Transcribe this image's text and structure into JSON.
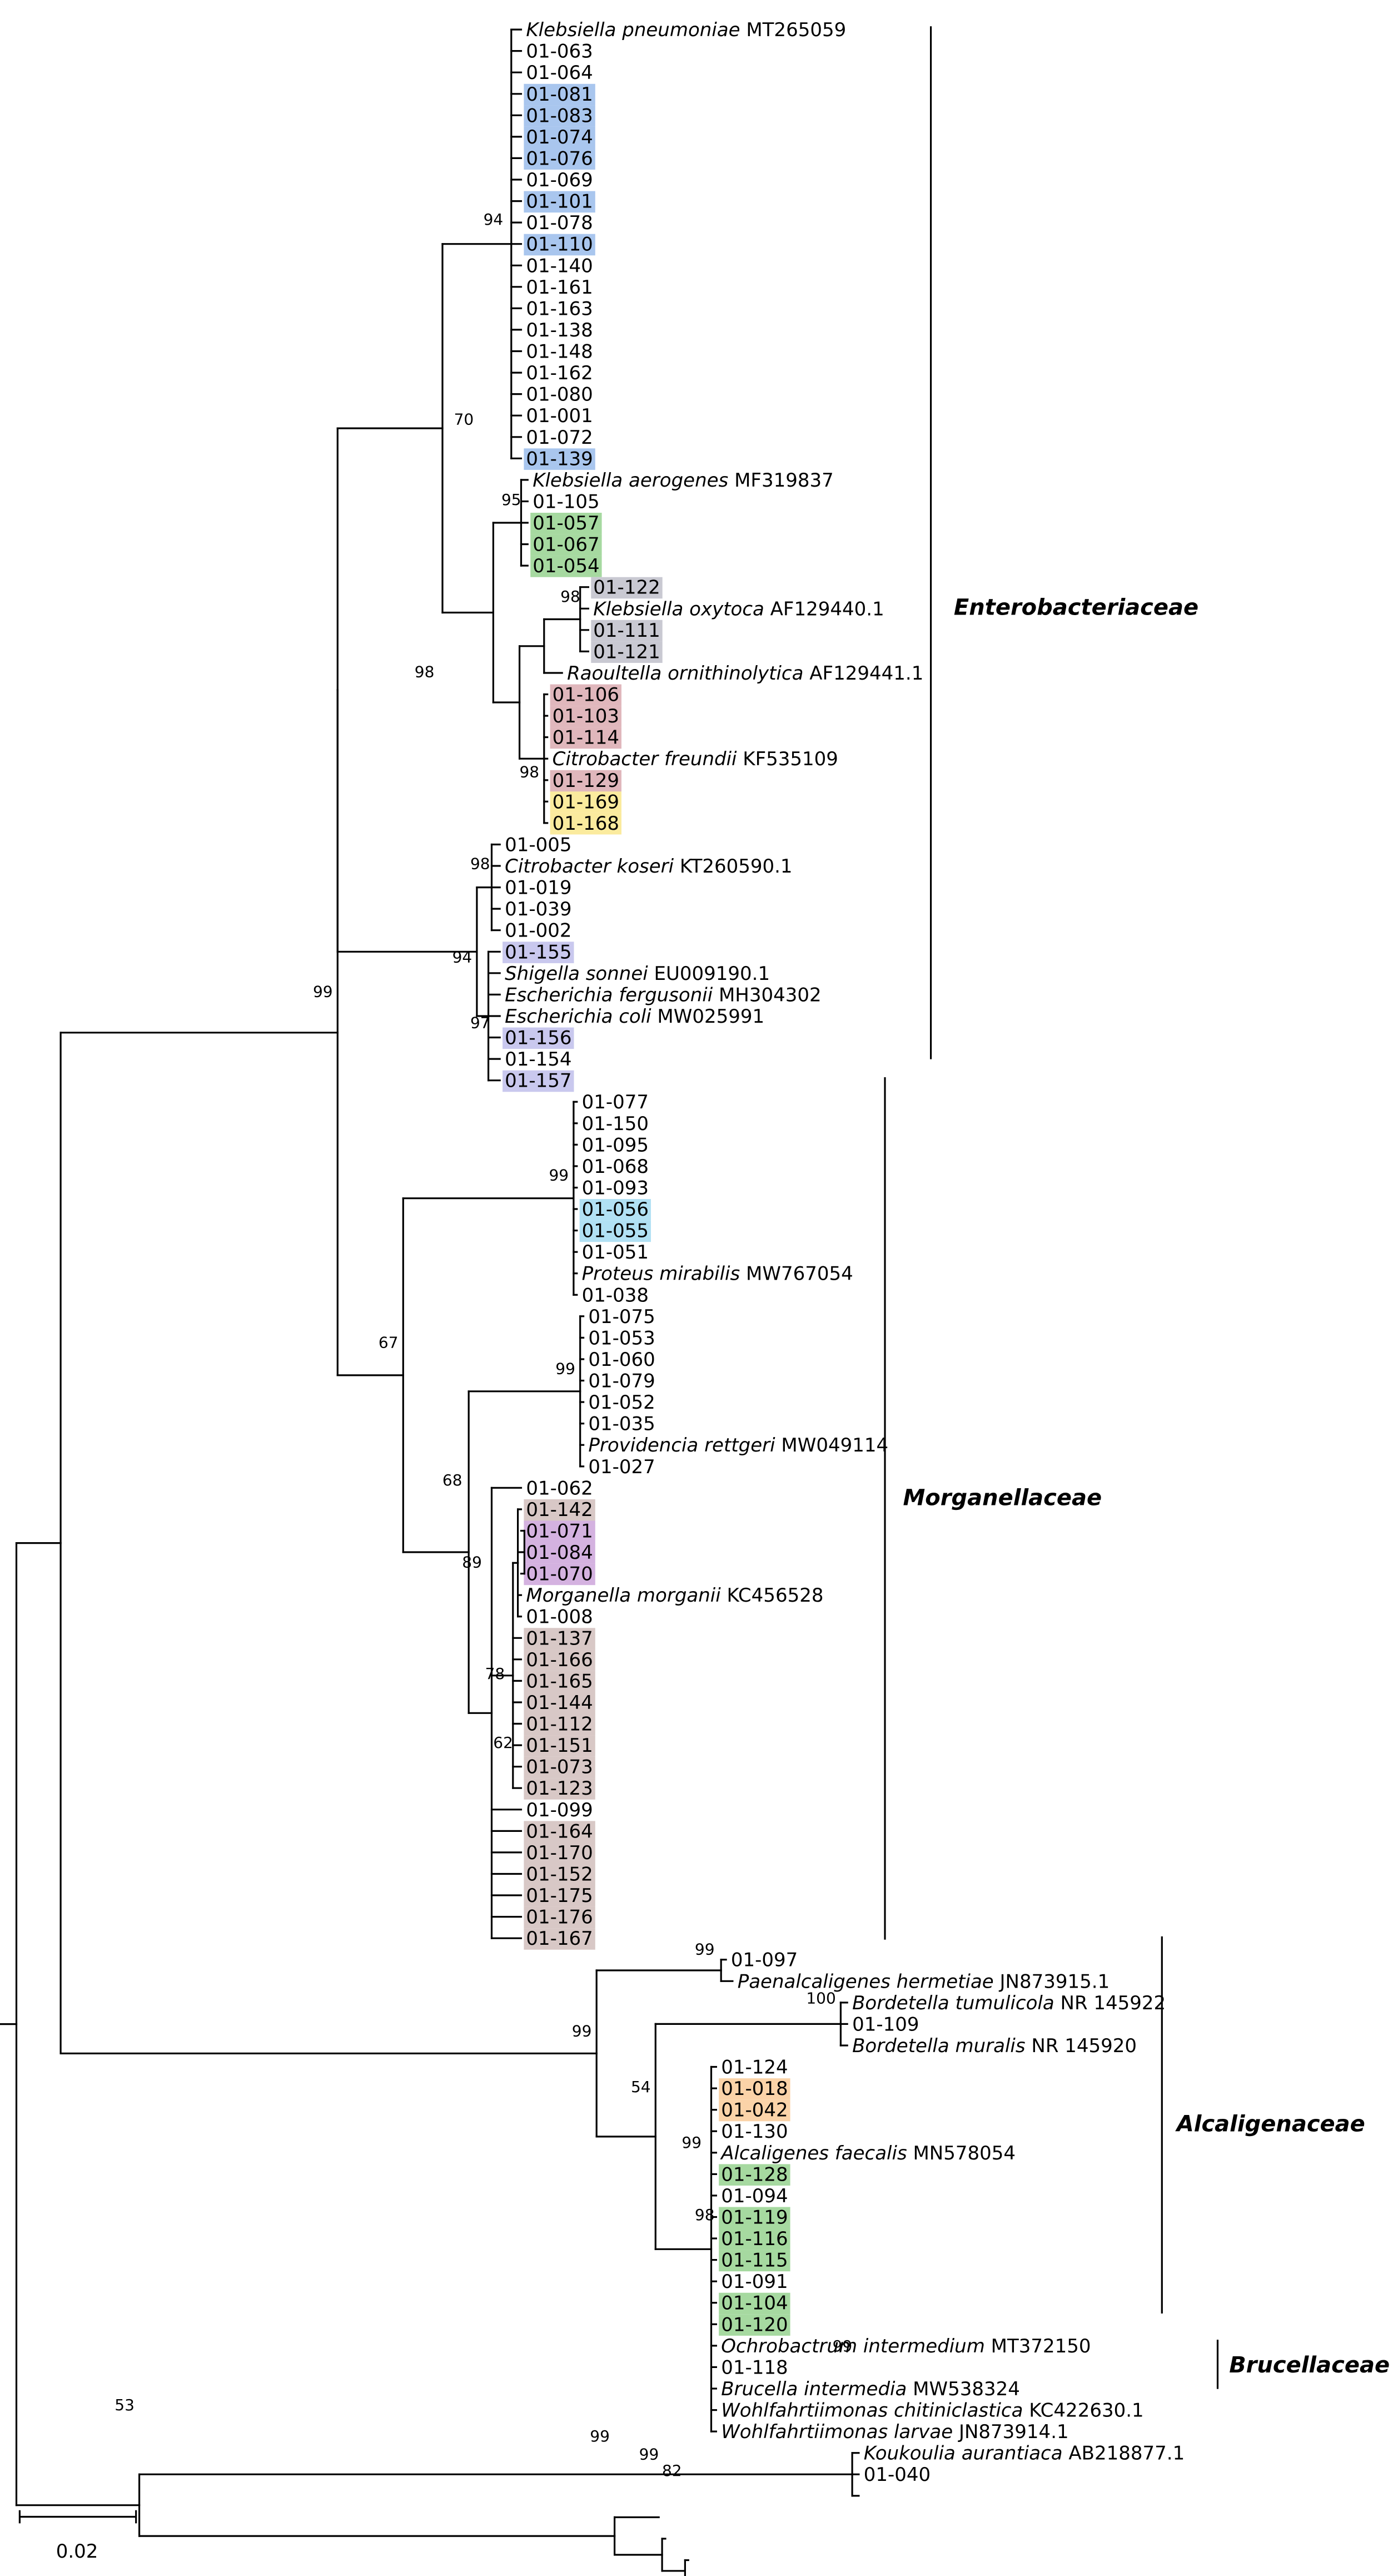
{
  "scale_label": "0.02",
  "families": [
    {
      "name": "Enterobacteriaceae"
    },
    {
      "name": "Morganellaceae"
    },
    {
      "name": "Alcaligenaceae"
    },
    {
      "name": "Brucellaceae"
    }
  ],
  "colors": {
    "blue": "#a9c6ee",
    "green": "#a6d9a0",
    "gray": "#c9c9d2",
    "rose": "#e0b7bc",
    "yellow": "#fbeb9e",
    "lavender": "#c9c8ee",
    "cyan": "#b1e1f4",
    "taupe": "#d8c8c6",
    "purple": "#d4b2e0",
    "orange": "#fbd3a8"
  },
  "leaves": [
    {
      "text": "MT265059",
      "sp": "Klebsiella pneumoniae"
    },
    {
      "text": "01-063"
    },
    {
      "text": "01-064"
    },
    {
      "text": "01-081",
      "hl": "blue"
    },
    {
      "text": "01-083",
      "hl": "blue"
    },
    {
      "text": "01-074",
      "hl": "blue"
    },
    {
      "text": "01-076",
      "hl": "blue"
    },
    {
      "text": "01-069"
    },
    {
      "text": "01-101",
      "hl": "blue"
    },
    {
      "text": "01-078"
    },
    {
      "text": "01-110",
      "hl": "blue"
    },
    {
      "text": "01-140"
    },
    {
      "text": "01-161"
    },
    {
      "text": "01-163"
    },
    {
      "text": "01-138"
    },
    {
      "text": "01-148"
    },
    {
      "text": "01-162"
    },
    {
      "text": "01-080"
    },
    {
      "text": "01-001"
    },
    {
      "text": "01-072"
    },
    {
      "text": "01-139",
      "hl": "blue"
    },
    {
      "text": "MF319837",
      "sp": "Klebsiella aerogenes"
    },
    {
      "text": "01-105"
    },
    {
      "text": "01-057",
      "hl": "green"
    },
    {
      "text": "01-067",
      "hl": "green"
    },
    {
      "text": "01-054",
      "hl": "green"
    },
    {
      "text": "01-122",
      "hl": "gray"
    },
    {
      "text": "AF129440.1",
      "sp": "Klebsiella oxytoca"
    },
    {
      "text": "01-111",
      "hl": "gray"
    },
    {
      "text": "01-121",
      "hl": "gray"
    },
    {
      "text": "AF129441.1",
      "sp": "Raoultella ornithinolytica"
    },
    {
      "text": "01-106",
      "hl": "rose"
    },
    {
      "text": "01-103",
      "hl": "rose"
    },
    {
      "text": "01-114",
      "hl": "rose"
    },
    {
      "text": "KF535109",
      "sp": "Citrobacter freundii"
    },
    {
      "text": "01-129",
      "hl": "rose"
    },
    {
      "text": "01-169",
      "hl": "yellow"
    },
    {
      "text": "01-168",
      "hl": "yellow"
    },
    {
      "text": "01-005"
    },
    {
      "text": "KT260590.1",
      "sp": "Citrobacter koseri"
    },
    {
      "text": "01-019"
    },
    {
      "text": "01-039"
    },
    {
      "text": "01-002"
    },
    {
      "text": "01-155",
      "hl": "lavender"
    },
    {
      "text": "EU009190.1",
      "sp": "Shigella sonnei"
    },
    {
      "text": "MH304302",
      "sp": "Escherichia fergusonii"
    },
    {
      "text": "MW025991",
      "sp": "Escherichia coli"
    },
    {
      "text": "01-156",
      "hl": "lavender"
    },
    {
      "text": "01-154"
    },
    {
      "text": "01-157",
      "hl": "lavender"
    },
    {
      "text": "01-077"
    },
    {
      "text": "01-150"
    },
    {
      "text": "01-095"
    },
    {
      "text": "01-068"
    },
    {
      "text": "01-093"
    },
    {
      "text": "01-056",
      "hl": "cyan"
    },
    {
      "text": "01-055",
      "hl": "cyan"
    },
    {
      "text": "01-051"
    },
    {
      "text": "MW767054",
      "sp": "Proteus mirabilis"
    },
    {
      "text": "01-038"
    },
    {
      "text": "01-075"
    },
    {
      "text": "01-053"
    },
    {
      "text": "01-060"
    },
    {
      "text": "01-079"
    },
    {
      "text": "01-052"
    },
    {
      "text": "01-035"
    },
    {
      "text": "MW049114",
      "sp": "Providencia rettgeri"
    },
    {
      "text": "01-027"
    },
    {
      "text": "01-062"
    },
    {
      "text": "01-142",
      "hl": "taupe"
    },
    {
      "text": "01-071",
      "hl": "purple"
    },
    {
      "text": "01-084",
      "hl": "purple"
    },
    {
      "text": "01-070",
      "hl": "purple"
    },
    {
      "text": "KC456528",
      "sp": "Morganella morganii"
    },
    {
      "text": "01-008"
    },
    {
      "text": "01-137",
      "hl": "taupe"
    },
    {
      "text": "01-166",
      "hl": "taupe"
    },
    {
      "text": "01-165",
      "hl": "taupe"
    },
    {
      "text": "01-144",
      "hl": "taupe"
    },
    {
      "text": "01-112",
      "hl": "taupe"
    },
    {
      "text": "01-151",
      "hl": "taupe"
    },
    {
      "text": "01-073",
      "hl": "taupe"
    },
    {
      "text": "01-123",
      "hl": "taupe"
    },
    {
      "text": "01-099"
    },
    {
      "text": "01-164",
      "hl": "taupe"
    },
    {
      "text": "01-170",
      "hl": "taupe"
    },
    {
      "text": "01-152",
      "hl": "taupe"
    },
    {
      "text": "01-175",
      "hl": "taupe"
    },
    {
      "text": "01-176",
      "hl": "taupe"
    },
    {
      "text": "01-167",
      "hl": "taupe"
    },
    {
      "text": "01-097"
    },
    {
      "text": "JN873915.1",
      "sp": "Paenalcaligenes hermetiae"
    },
    {
      "text": "NR 145922",
      "sp": "Bordetella tumulicola"
    },
    {
      "text": "01-109"
    },
    {
      "text": "NR 145920",
      "sp": "Bordetella muralis"
    },
    {
      "text": "01-124"
    },
    {
      "text": "01-018",
      "hl": "orange"
    },
    {
      "text": "01-042",
      "hl": "orange"
    },
    {
      "text": "01-130"
    },
    {
      "text": "MN578054",
      "sp": "Alcaligenes faecalis"
    },
    {
      "text": "01-128",
      "hl": "green"
    },
    {
      "text": "01-094"
    },
    {
      "text": "01-119",
      "hl": "green"
    },
    {
      "text": "01-116",
      "hl": "green"
    },
    {
      "text": "01-115",
      "hl": "green"
    },
    {
      "text": "01-091"
    },
    {
      "text": "01-104",
      "hl": "green"
    },
    {
      "text": "01-120",
      "hl": "green"
    },
    {
      "text": "MT372150",
      "sp": "Ochrobactrum intermedium"
    },
    {
      "text": "01-118"
    },
    {
      "text": "MW538324",
      "sp": "Brucella intermedia"
    },
    {
      "text": "KC422630.1",
      "sp": "Wohlfahrtiimonas chitiniclastica"
    },
    {
      "text": "JN873914.1",
      "sp": "Wohlfahrtiimonas larvae"
    },
    {
      "text": "AB218877.1",
      "sp": "Koukoulia aurantiaca"
    },
    {
      "text": "01-040"
    }
  ],
  "supports": [
    {
      "value": "94"
    },
    {
      "value": "70"
    },
    {
      "value": "95"
    },
    {
      "value": "98"
    },
    {
      "value": "98"
    },
    {
      "value": "98"
    },
    {
      "value": "98"
    },
    {
      "value": "94"
    },
    {
      "value": "97"
    },
    {
      "value": "99"
    },
    {
      "value": "99"
    },
    {
      "value": "67"
    },
    {
      "value": "99"
    },
    {
      "value": "68"
    },
    {
      "value": "89"
    },
    {
      "value": "78"
    },
    {
      "value": "62"
    },
    {
      "value": "99"
    },
    {
      "value": "100"
    },
    {
      "value": "99"
    },
    {
      "value": "54"
    },
    {
      "value": "99"
    },
    {
      "value": "98"
    },
    {
      "value": "99"
    },
    {
      "value": "53"
    },
    {
      "value": "99"
    },
    {
      "value": "99"
    },
    {
      "value": "82"
    }
  ]
}
